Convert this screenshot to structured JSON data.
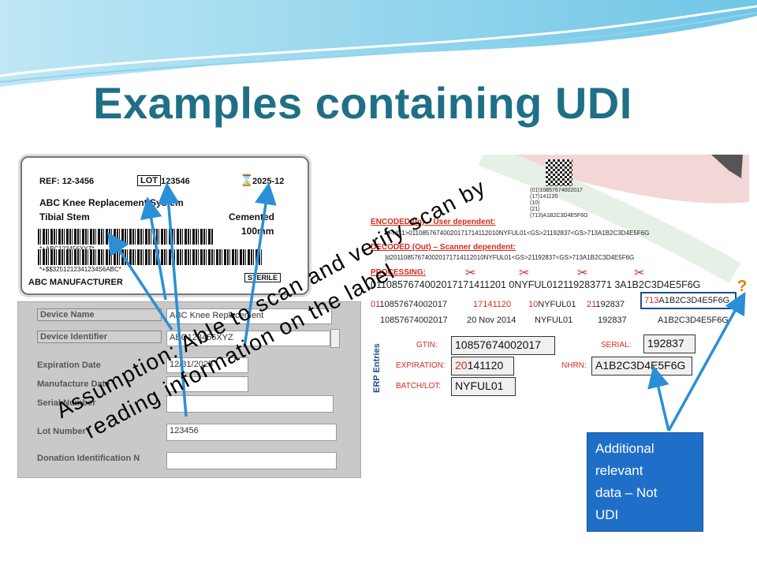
{
  "title": "Examples containing UDI",
  "label": {
    "ref": "REF: 12-3456",
    "lot_tag": "LOT",
    "lot": "123546",
    "expiry": "2025-12",
    "product_line1": "ABC Knee Replacement System",
    "product_line2": "Tibial Stem",
    "cemented": "Cemented",
    "size": "100mm",
    "barcode1_text": "*+ABC123456XYZ*",
    "barcode2_text": "*+$$3251212341234S6ABC*",
    "manufacturer": "ABC MANUFACTURER",
    "sterile": "STERILE"
  },
  "form": {
    "fields": [
      {
        "label": "Device Name",
        "value": "ABC Knee Replacement"
      },
      {
        "label": "Device Identifier",
        "value": "ABC123456XYZ"
      },
      {
        "label": "Expiration Date",
        "value": "12/31/2025"
      },
      {
        "label": "Manufacture Date",
        "value": ""
      },
      {
        "label": "Serial Number",
        "value": ""
      },
      {
        "label": "Lot Number",
        "value": "123456"
      },
      {
        "label": "Donation Identification N",
        "value": ""
      }
    ]
  },
  "diagram": {
    "datamatrix_lines": [
      "(01)10857674002017",
      "(17)141120",
      "(10)",
      "(21)",
      "(713)A1B2C3D4E5F6G"
    ],
    "encoded_label": "ENCODED (In) – User dependent:",
    "encoded_value": "<FNC1>01108576740020171714112010NYFUL01<GS>21192837<GS>713A1B2C3D4E5F6G",
    "decoded_label": "DECODED (Out) – Scanner dependent:",
    "decoded_value": "]d201108576740020171714112010NYFUL01<GS>21192837<GS>713A1B2C3D4E5F6G",
    "processing_label": "PROCESSING:",
    "processing_value": "0110857674002017171411201 0NYFUL012119283771 3A1B2C3D4E5F6G",
    "segments": [
      {
        "ai": "01",
        "value": "10857674002017",
        "human": "10857674002017"
      },
      {
        "ai": "17",
        "value": "141120",
        "human": "20 Nov 2014"
      },
      {
        "ai": "10",
        "value": "NYFUL01",
        "human": "NYFUL01"
      },
      {
        "ai": "21",
        "value": "192837",
        "human": "192837"
      },
      {
        "ai": "713",
        "value": "A1B2C3D4E5F6G",
        "human": "A1B2C3D4E5F6G"
      }
    ],
    "erp_title": "ERP Entries",
    "erp": {
      "gtin_label": "GTIN:",
      "gtin": "10857674002017",
      "serial_label": "SERIAL:",
      "serial": "192837",
      "expiration_label": "EXPIRATION:",
      "expiration_prefix": "20",
      "expiration_rest": "141120",
      "nhrn_label": "NHRN:",
      "nhrn": "A1B2C3D4E5F6G",
      "batch_label": "BATCH/LOT:",
      "batch": "NYFUL01"
    },
    "question_mark": "?"
  },
  "callout": {
    "lines": [
      "Additional",
      "relevant",
      "data – Not",
      "UDI"
    ]
  },
  "assumption": {
    "line1": "Assumption: Able to scan and verify scan by",
    "line2": "reading information on the label"
  },
  "colors": {
    "title": "#1f6f86",
    "accent_red": "#d52b1e",
    "arrow_blue": "#2a8fd6",
    "callout_bg": "#1f6fc8",
    "form_bg": "#c9c9c9"
  }
}
